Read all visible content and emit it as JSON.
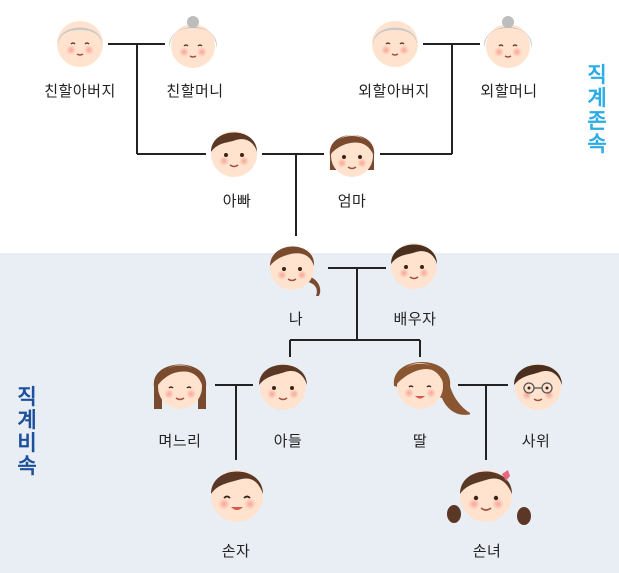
{
  "section_titles": {
    "ascendants": "직계존속",
    "descendants": "직계비속"
  },
  "colors": {
    "ascendants_title": "#2bace6",
    "descendants_title": "#1c4f9c",
    "lower_background": "#e9eef5",
    "line": "#222222"
  },
  "members": {
    "paternal_grandfather": "친할아버지",
    "paternal_grandmother": "친할머니",
    "maternal_grandfather": "외할아버지",
    "maternal_grandmother": "외할머니",
    "father": "아빠",
    "mother": "엄마",
    "me": "나",
    "spouse": "배우자",
    "daughter_in_law": "며느리",
    "son": "아들",
    "daughter": "딸",
    "son_in_law": "사위",
    "grandson": "손자",
    "granddaughter": "손녀"
  },
  "icons": {
    "paternal_grandfather": "grandfather-face-icon",
    "paternal_grandmother": "grandmother-face-icon",
    "maternal_grandfather": "grandfather-face-icon",
    "maternal_grandmother": "grandmother-face-icon",
    "father": "man-face-icon",
    "mother": "woman-face-icon",
    "me": "woman-ponytail-face-icon",
    "spouse": "man-face-icon",
    "daughter_in_law": "woman-face-icon",
    "son": "man-face-icon",
    "daughter": "woman-longhair-face-icon",
    "son_in_law": "man-glasses-face-icon",
    "grandson": "boy-face-icon",
    "granddaughter": "girl-pigtails-face-icon"
  }
}
